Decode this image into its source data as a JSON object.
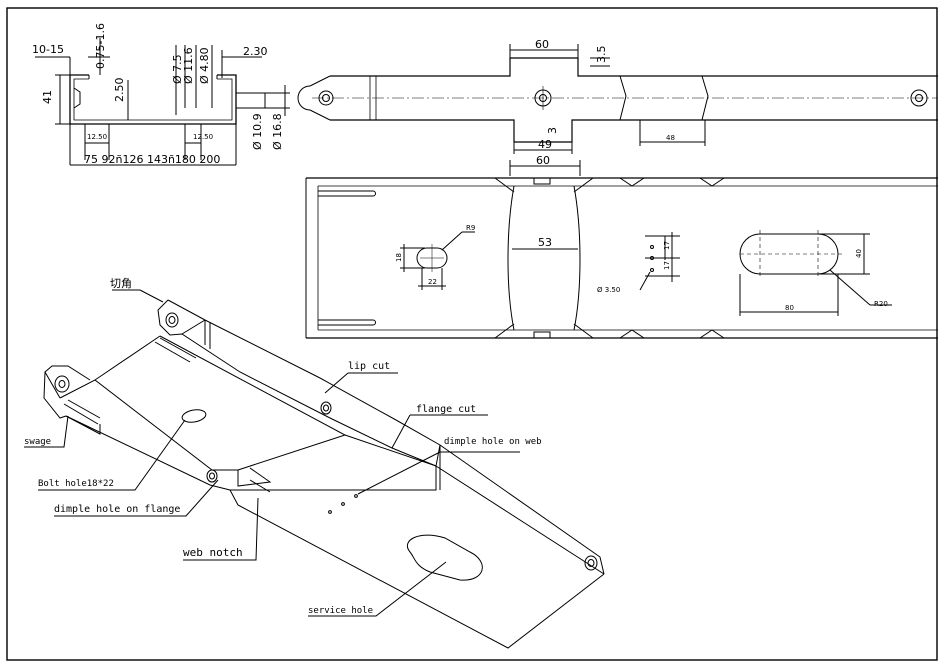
{
  "section": {
    "dim_10_15": "10-15",
    "dim_thk": "0.75-1.6",
    "dim_41": "41",
    "dim_250": "2.50",
    "dim_d75": "Ø 7.5",
    "dim_d116": "Ø 11.6",
    "dim_d48": "Ø 4.80",
    "dim_230": "2.30",
    "dim_1250a": "12.50",
    "dim_1250b": "12.50",
    "dim_d109": "Ø 10.9",
    "dim_d168": "Ø 16.8",
    "bottom_row": "75 92ñ126 143ñ180 200"
  },
  "top_view": {
    "dim_60": "60",
    "dim_35": "3.5",
    "dim_3": "3",
    "dim_49": "49",
    "dim_48": "48"
  },
  "web_view": {
    "dim_60": "60",
    "dim_53": "53",
    "dim_r9": "R9",
    "dim_18": "18",
    "dim_22": "22",
    "dim_17a": "17",
    "dim_17b": "17",
    "dim_d350": "Ø 3.50",
    "dim_40": "40",
    "dim_80": "80",
    "dim_r20": "R20"
  },
  "iso": {
    "corner_cut": "切角",
    "lip_cut": "lip cut",
    "flange_cut": "flange cut",
    "dimple_web": "dimple hole on web",
    "swage": "swage",
    "bolt_hole": "Bolt hole18*22",
    "dimple_flange": "dimple hole on flange",
    "web_notch": "web notch",
    "service_hole": "service hole"
  }
}
